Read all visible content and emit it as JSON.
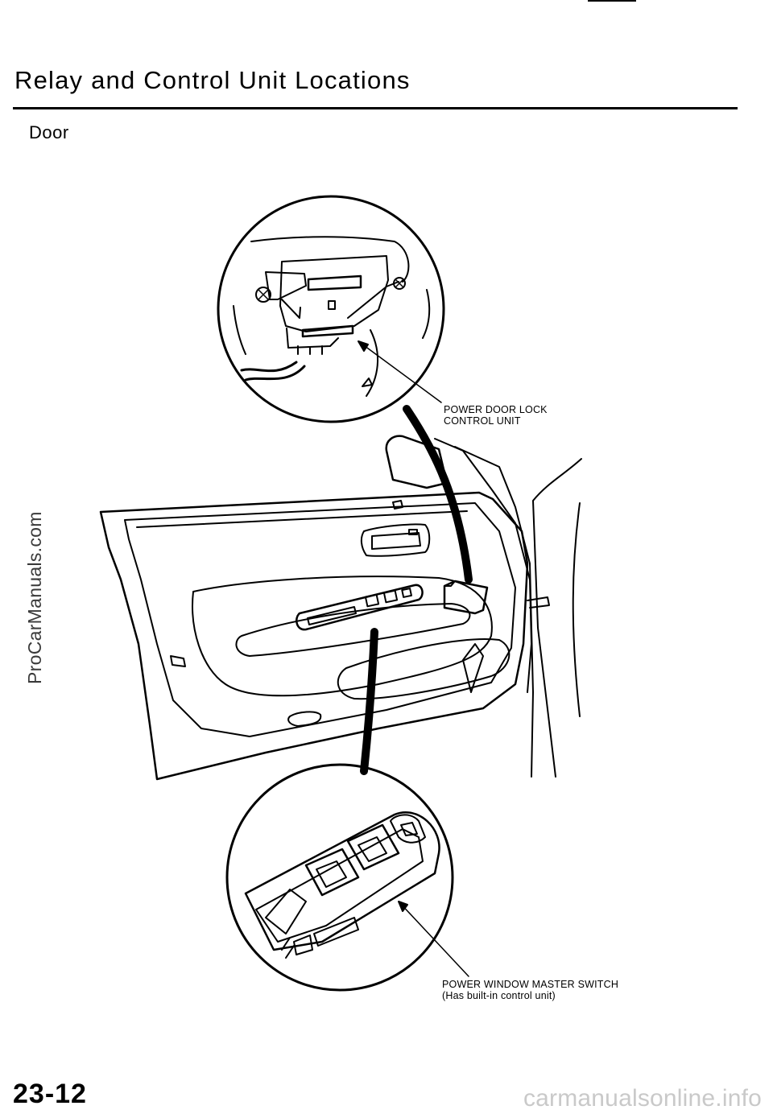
{
  "page": {
    "title": "Relay and Control Unit Locations",
    "section": "Door",
    "page_number": "23-12"
  },
  "callouts": {
    "door_lock": [
      "POWER DOOR LOCK",
      "CONTROL UNIT"
    ],
    "window_switch": [
      "POWER WINDOW MASTER SWITCH",
      "(Has built-in control unit)"
    ]
  },
  "watermarks": {
    "side": "ProCarManuals.com",
    "bottom": "carmanualsonline.info"
  }
}
